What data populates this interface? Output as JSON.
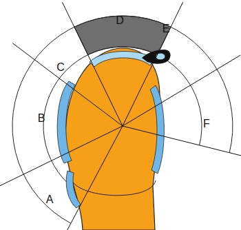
{
  "diagram": {
    "labels": [
      "D",
      "E",
      "C",
      "B",
      "F",
      "A"
    ]
  }
}
